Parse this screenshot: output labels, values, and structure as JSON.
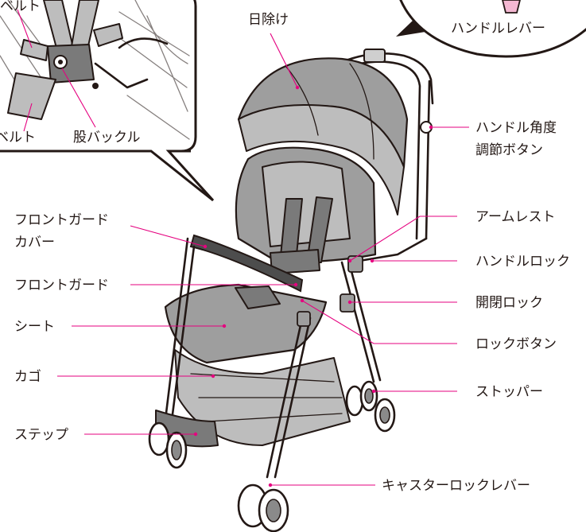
{
  "colors": {
    "leader": "#e5007f",
    "text": "#231815",
    "fabric": "#9e9e9e",
    "lever_pink": "#f4b8d2"
  },
  "labels": {
    "sunshade": "日除け",
    "handle_lever": "ハンドルレバー",
    "handle_angle_1": "ハンドル角度",
    "handle_angle_2": "調節ボタン",
    "front_guard_cover_1": "フロントガード",
    "front_guard_cover_2": "カバー",
    "armrest": "アームレスト",
    "handle_lock": "ハンドルロック",
    "front_guard": "フロントガード",
    "open_close_lock": "開閉ロック",
    "seat": "シート",
    "lock_button": "ロックボタン",
    "basket": "カゴ",
    "stopper": "ストッパー",
    "step": "ステップ",
    "caster_lock_lever": "キャスターロックレバー"
  },
  "inset": {
    "belt_top": "ベルト",
    "belt_bottom": "ベルト",
    "crotch_buckle": "股バックル"
  }
}
